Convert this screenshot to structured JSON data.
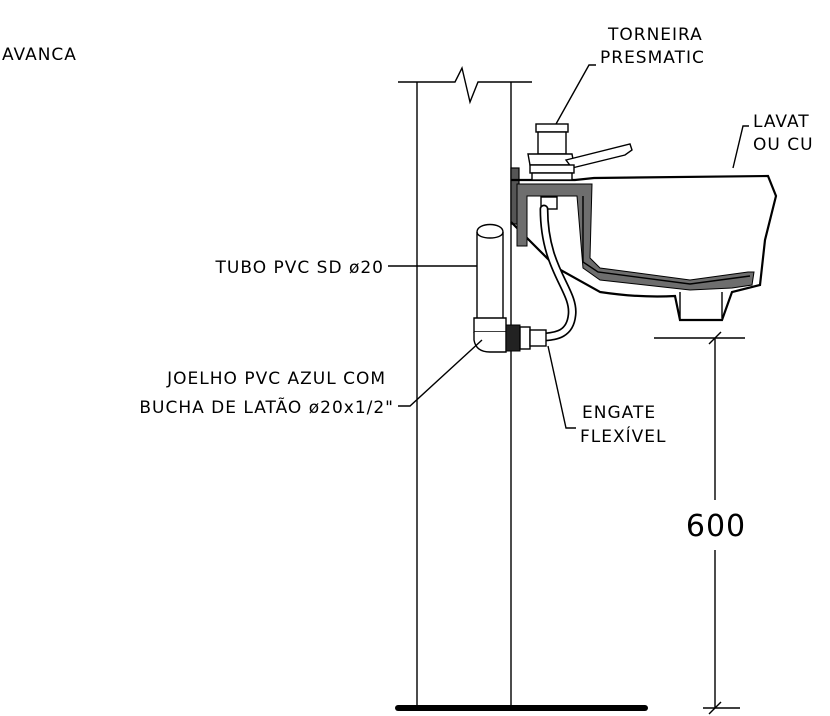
{
  "labels": {
    "top_left": "AVANCA",
    "faucet_line1": "TORNEIRA",
    "faucet_line2": "PRESMATIC",
    "basin_line1": "LAVAT",
    "basin_line2": "OU CU",
    "pipe": "TUBO PVC SD ø20",
    "elbow_line1": "JOELHO PVC AZUL COM",
    "elbow_line2": "BUCHA DE LATÃO ø20x1/2\"",
    "hose_line1": "ENGATE",
    "hose_line2": "FLEXÍVEL"
  },
  "dimension": {
    "height": "600"
  }
}
